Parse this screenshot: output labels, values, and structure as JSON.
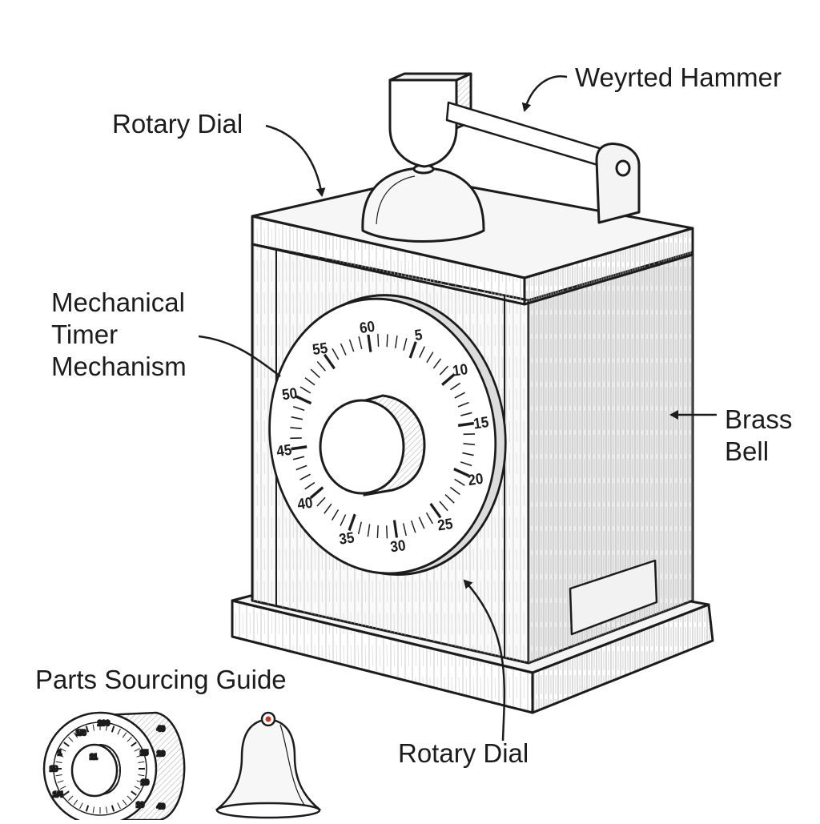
{
  "labels": {
    "weyrted_hammer": "Weyrted Hammer",
    "rotary_dial_top": "Rotary Dial",
    "mechanical_line1": "Mechanical",
    "mechanical_line2": "Timer",
    "mechanical_line3": "Mechanism",
    "brass_line1": "Brass",
    "brass_line2": "Bell",
    "rotary_dial_bottom": "Rotary Dial",
    "parts_guide": "Parts Sourcing Guide"
  },
  "dial": {
    "numbers": [
      "60",
      "5",
      "10",
      "15",
      "20",
      "25",
      "30",
      "35",
      "40",
      "45",
      "50",
      "55"
    ]
  },
  "parts": {
    "dial_numbers": [
      "200",
      "40",
      "15",
      "18",
      "20",
      "1",
      "1/4",
      "10",
      "1/6",
      "10",
      "40"
    ],
    "dial_center": "11"
  },
  "colors": {
    "ink": "#1c1c1c",
    "paper": "#ffffff",
    "wood_shade": "#e6e6e6",
    "bell_accent": "#c0392b"
  }
}
